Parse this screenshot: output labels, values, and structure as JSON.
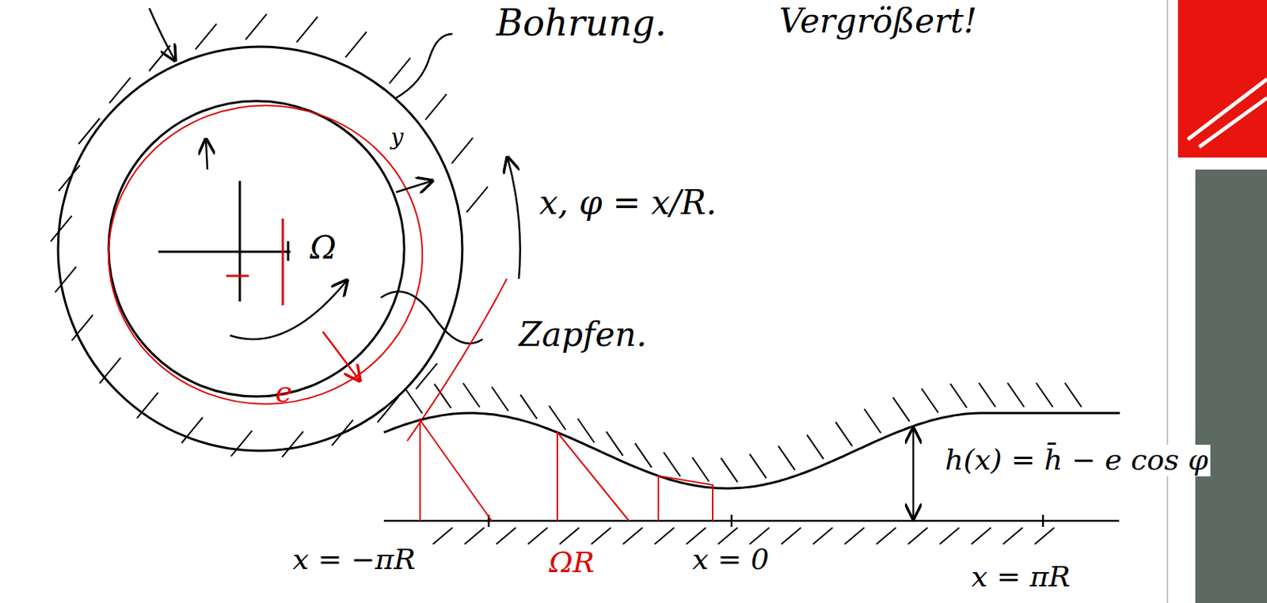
{
  "diagram": {
    "labels": [
      "Bohrung.",
      "Vergrößert!",
      "y",
      "Ω",
      "e",
      "x, φ = x/R.",
      "Zapfen.",
      "h(x) = h̄ − e cos φ",
      "x = −πR",
      "ΩR",
      "x = 0",
      "x = πR"
    ]
  }
}
